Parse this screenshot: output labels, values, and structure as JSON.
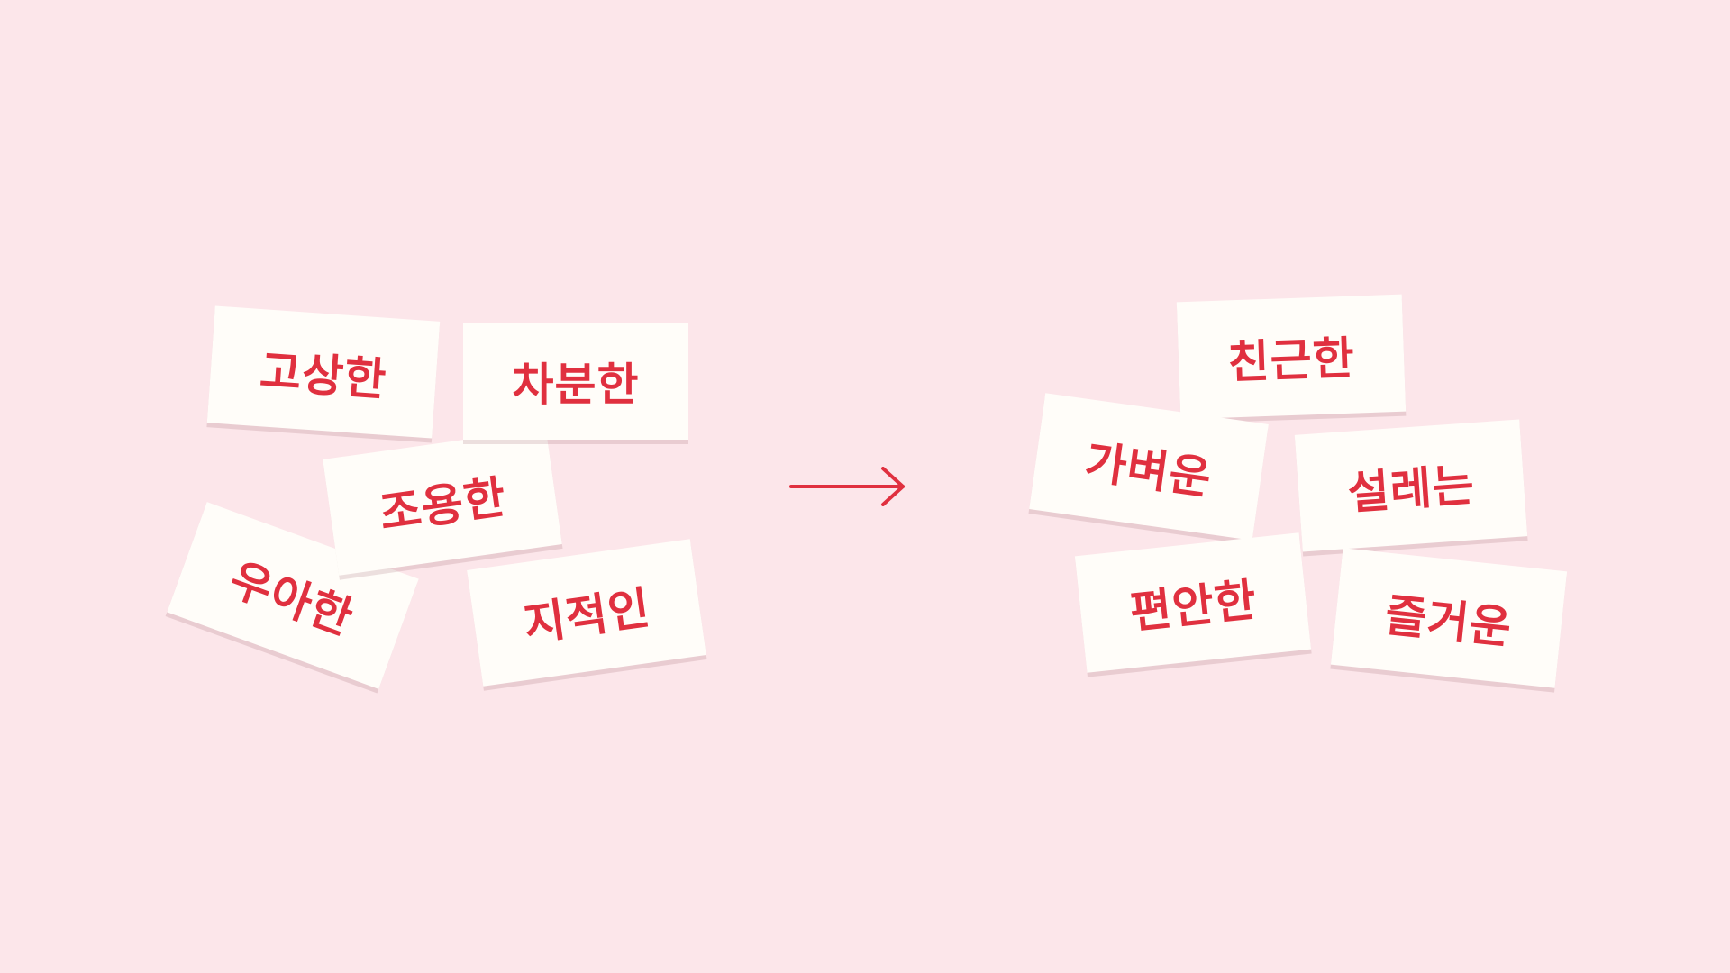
{
  "before": {
    "cards": [
      "우아한",
      "조용한",
      "고상한",
      "차분한",
      "지적인"
    ]
  },
  "after": {
    "cards": [
      "친근한",
      "가벼운",
      "설레는",
      "편안한",
      "즐거운"
    ]
  },
  "colors": {
    "background": "#fce6ea",
    "card": "#fffdf9",
    "text": "#e0303f"
  },
  "arrow_icon": "arrow-right-icon"
}
